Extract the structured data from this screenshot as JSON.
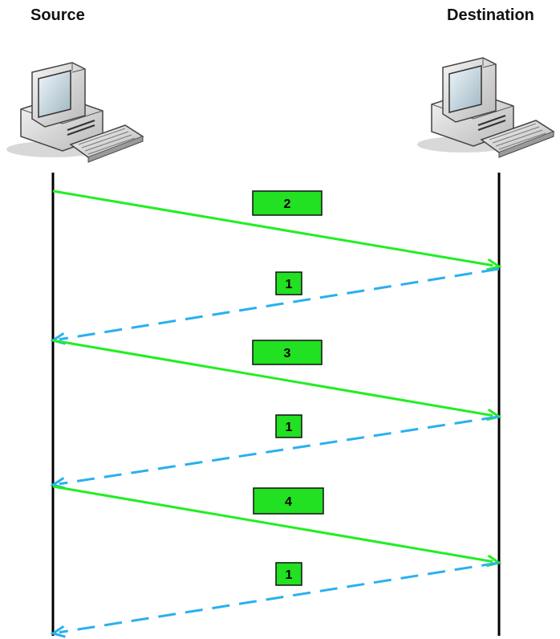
{
  "endpoints": {
    "source": {
      "label": "Source",
      "icon": "desktop-computer-icon"
    },
    "destination": {
      "label": "Destination",
      "icon": "desktop-computer-icon"
    }
  },
  "colors": {
    "forward": "#22ee22",
    "ack": "#2ab0ee",
    "box_fill": "#22e022",
    "box_border": "#111111",
    "timeline": "#000000"
  },
  "messages": [
    {
      "direction": "forward",
      "label": "2"
    },
    {
      "direction": "ack",
      "label": "1"
    },
    {
      "direction": "forward",
      "label": "3"
    },
    {
      "direction": "ack",
      "label": "1"
    },
    {
      "direction": "forward",
      "label": "4"
    },
    {
      "direction": "ack",
      "label": "1"
    }
  ]
}
